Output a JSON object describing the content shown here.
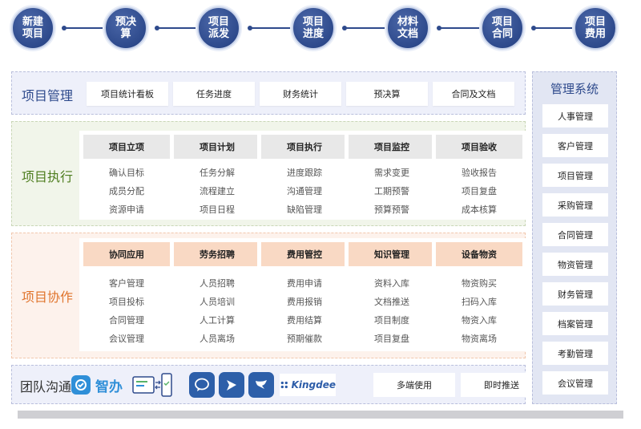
{
  "flow": [
    "新建项目",
    "预决算",
    "项目派发",
    "项目进度",
    "材料文档",
    "项目合同",
    "项目费用"
  ],
  "sections": {
    "mgmt": {
      "title": "项目管理",
      "buttons": [
        "项目统计看板",
        "任务进度",
        "财务统计",
        "预决算",
        "合同及文档"
      ]
    },
    "exec": {
      "title": "项目执行",
      "columns": [
        {
          "head": "项目立项",
          "items": [
            "确认目标",
            "成员分配",
            "资源申请"
          ]
        },
        {
          "head": "项目计划",
          "items": [
            "任务分解",
            "流程建立",
            "项目日程"
          ]
        },
        {
          "head": "项目执行",
          "items": [
            "进度跟踪",
            "沟通管理",
            "缺陷管理"
          ]
        },
        {
          "head": "项目监控",
          "items": [
            "需求变更",
            "工期预警",
            "预算预警"
          ]
        },
        {
          "head": "项目验收",
          "items": [
            "验收报告",
            "项目复盘",
            "成本核算"
          ]
        }
      ]
    },
    "collab": {
      "title": "项目协作",
      "columns": [
        {
          "head": "协同应用",
          "items": [
            "客户管理",
            "项目投标",
            "合同管理",
            "会议管理"
          ]
        },
        {
          "head": "劳务招聘",
          "items": [
            "人员招聘",
            "人员培训",
            "人工计算",
            "人员离场"
          ]
        },
        {
          "head": "费用管控",
          "items": [
            "费用申请",
            "费用报销",
            "费用结算",
            "预期催款"
          ]
        },
        {
          "head": "知识管理",
          "items": [
            "资料入库",
            "文档推送",
            "项目制度",
            "项目复盘"
          ]
        },
        {
          "head": "设备物资",
          "items": [
            "物资购买",
            "扫码入库",
            "物资入库",
            "物资离场"
          ]
        }
      ]
    },
    "team": {
      "title": "团队沟通",
      "brand": "智办",
      "kingdee": "Kingdee",
      "buttons": [
        "多端使用",
        "即时推送"
      ]
    }
  },
  "right_panel": {
    "title": "管理系统",
    "items": [
      "人事管理",
      "客户管理",
      "项目管理",
      "采购管理",
      "合同管理",
      "物资管理",
      "财务管理",
      "档案管理",
      "考勤管理",
      "会议管理"
    ]
  },
  "colors": {
    "navy": "#2e4a8c",
    "green": "#4e7d1f",
    "orange": "#e0752d",
    "light_blue": "#eef0fa",
    "light_green": "#f1f5ea",
    "light_orange": "#fdf2ec"
  }
}
